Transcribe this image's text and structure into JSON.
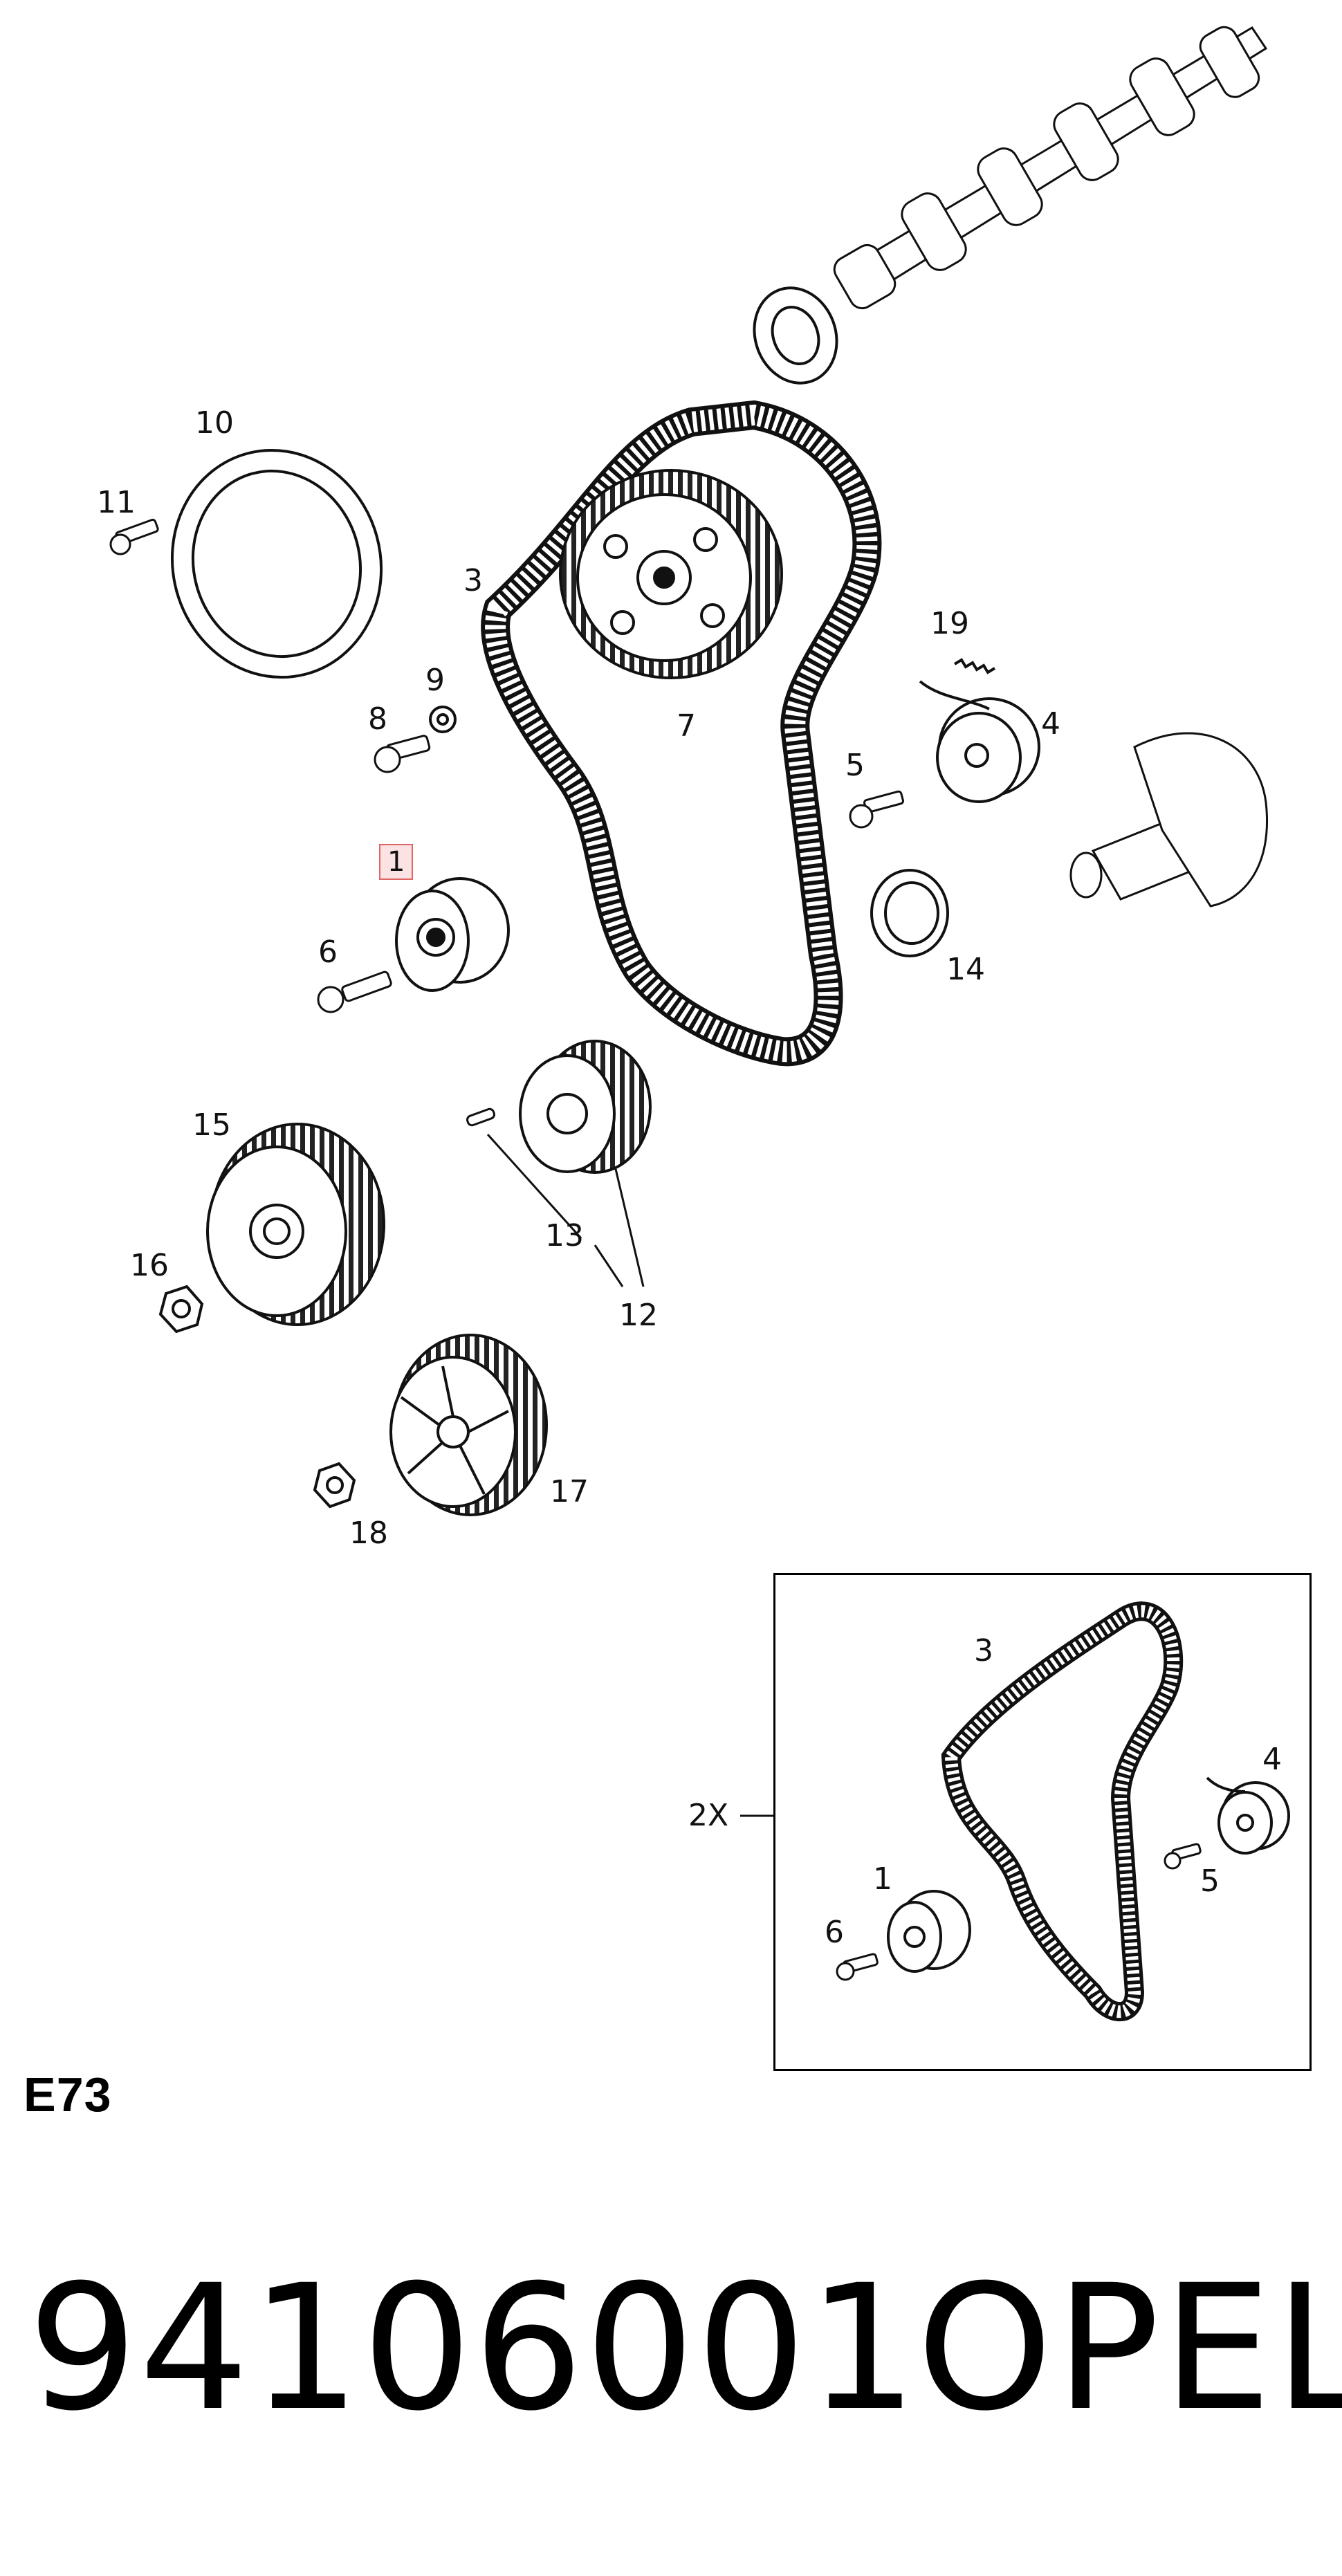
{
  "diagram": {
    "section_code": "E73",
    "part_number": "94106001",
    "brand": "OPEL",
    "callouts": {
      "c1": "1",
      "c3": "3",
      "c4": "4",
      "c5": "5",
      "c6": "6",
      "c7": "7",
      "c8": "8",
      "c9": "9",
      "c10": "10",
      "c11": "11",
      "c12": "12",
      "c13": "13",
      "c14": "14",
      "c15": "15",
      "c16": "16",
      "c17": "17",
      "c18": "18",
      "c19": "19"
    },
    "inset": {
      "multiplier": "2X",
      "callouts": {
        "c1": "1",
        "c3": "3",
        "c4": "4",
        "c5": "5",
        "c6": "6"
      }
    }
  }
}
